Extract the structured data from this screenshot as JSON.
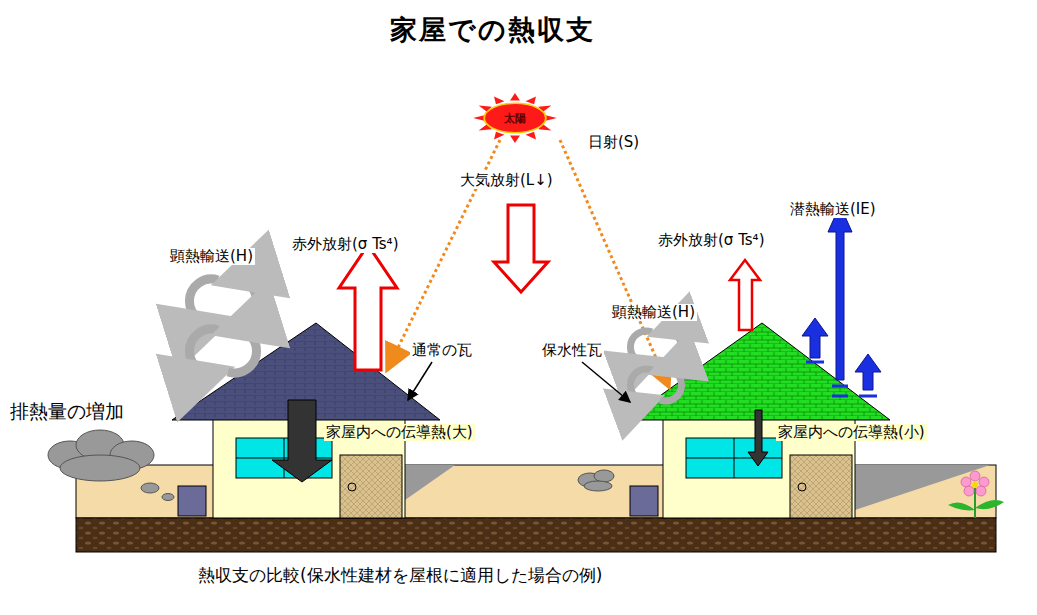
{
  "diagram": {
    "title": "家屋での熱収支",
    "caption": "熱収支の比較(保水性建材を屋根に適用した場合の例)",
    "nodes": [
      {
        "text": [
          "太陽"
        ]
      }
    ],
    "edges": [],
    "labels": [
      "日射(S)",
      "大気放射(L↓)",
      "顕熱輸送(H)",
      "赤外放射(σ Ts⁴)",
      "潜熱輸送(IE)",
      "赤外放射(σ Ts⁴)",
      "顕熱輸送(H)",
      "通常の瓦",
      "保水性瓦",
      "排熱量の増加",
      "家屋内への伝導熱(大)",
      "家屋内への伝導熱(小)"
    ]
  }
}
